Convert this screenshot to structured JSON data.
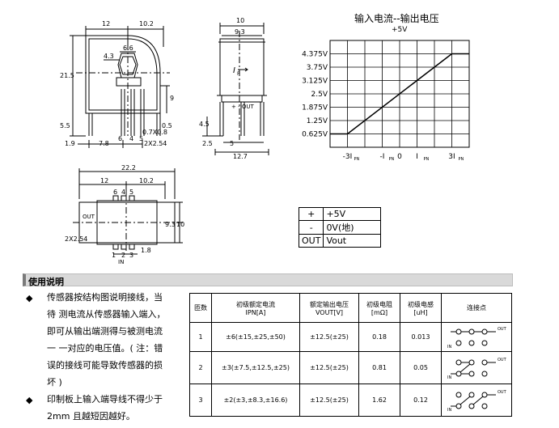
{
  "front_view": {
    "dims": [
      "12",
      "10.2",
      "4.3",
      "6.6",
      "21.5",
      "9",
      "5.5",
      "0.5",
      "0.7X0.8",
      "1.9",
      "7.8",
      "2X2.54"
    ],
    "pins": [
      "6",
      "4",
      "5"
    ]
  },
  "side_view": {
    "dims": [
      "10",
      "9.3",
      "4.5",
      "2.5",
      "5",
      "12.7"
    ],
    "current_label": "I",
    "current_sub": "P",
    "pin_label": "+ - OUT"
  },
  "bottom_view": {
    "dims": [
      "22.2",
      "12",
      "10.2",
      "9.3",
      "10",
      "2X2.54",
      "1.8"
    ],
    "pins_top": [
      "6",
      "4",
      "5"
    ],
    "pins_bottom": [
      "1",
      "2",
      "3"
    ],
    "label_out": "OUT",
    "label_in": "IN"
  },
  "transfer_chart": {
    "title": "输入电流--输出电压",
    "subtitle": "+5V",
    "y_ticks": [
      "4.375V",
      "3.75V",
      "3.125V",
      "2.5V",
      "1.875V",
      "1.25V",
      "0.625V"
    ],
    "x_ticks": [
      {
        "main": "-3I",
        "sub": "PN"
      },
      {
        "main": "-I",
        "sub": "PN"
      },
      {
        "main": "0",
        "sub": ""
      },
      {
        "main": "I",
        "sub": "PN"
      },
      {
        "main": "3I",
        "sub": "PN"
      }
    ]
  },
  "pin_table": {
    "rows": [
      {
        "pin": "+",
        "desc": "+5V"
      },
      {
        "pin": "-",
        "desc": "0V(地)"
      },
      {
        "pin": "OUT",
        "desc": "Vout"
      }
    ]
  },
  "usage": {
    "heading": "使用说明",
    "bullet1_lines": [
      "传感器按结构图说明接线，当",
      "待 测电流从传感器输入端入，",
      "即可从输出端测得与被测电流",
      "一 一对应的电压值。( 注：错",
      "误的接线可能导致传感器的损",
      "坏 )"
    ],
    "bullet2_lines": [
      "印制板上输入端导线不得少于",
      "2mm 且越短因越好。"
    ]
  },
  "spec_table": {
    "headers": [
      "匝数",
      "初级额定电流\nIPN[A]",
      "额定输出电压\nVOUT[V]",
      "初级电阻\n[mΩ]",
      "初级电感\n[uH]",
      "连接点"
    ],
    "rows": [
      {
        "turns": "1",
        "current": "±6(±15,±25,±50)",
        "vout": "±12.5(±25)",
        "res": "0.18",
        "ind": "0.013"
      },
      {
        "turns": "2",
        "current": "±3(±7.5,±12.5,±25)",
        "vout": "±12.5(±25)",
        "res": "0.81",
        "ind": "0.05"
      },
      {
        "turns": "3",
        "current": "±2(±3,±8.3,±16.6)",
        "vout": "±12.5(±25)",
        "res": "1.62",
        "ind": "0.12"
      }
    ],
    "conn_labels": {
      "out": "OUT",
      "in": "IN"
    }
  }
}
